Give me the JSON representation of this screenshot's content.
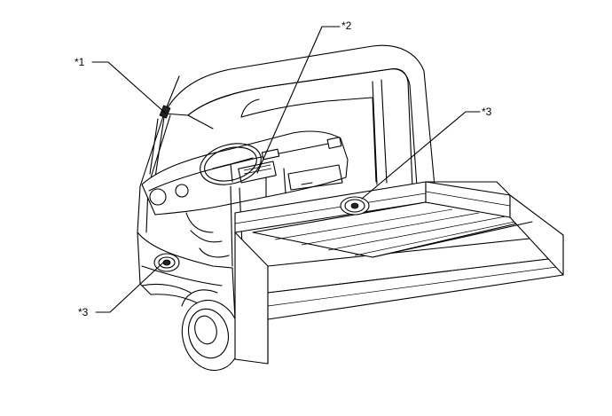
{
  "diagram": {
    "callouts": [
      {
        "id": "antenna",
        "label": "*1"
      },
      {
        "id": "radio",
        "label": "*2"
      },
      {
        "id": "speaker-right",
        "label": "*3"
      },
      {
        "id": "speaker-left",
        "label": "*3"
      }
    ],
    "colors": {
      "line": "#000000",
      "background": "#ffffff"
    }
  }
}
